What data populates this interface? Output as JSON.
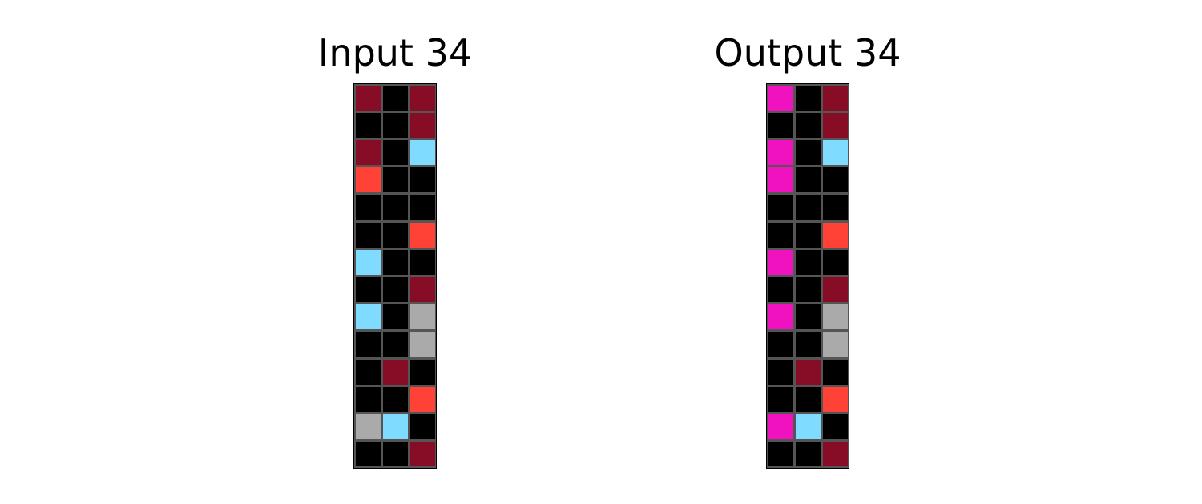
{
  "palette": {
    "0": "#000000",
    "2": "#FF4136",
    "5": "#AAAAAA",
    "6": "#F012BE",
    "8": "#7FDBFF",
    "9": "#870C25"
  },
  "panels": [
    {
      "title": "Input 34",
      "grid": [
        [
          9,
          0,
          9
        ],
        [
          0,
          0,
          9
        ],
        [
          9,
          0,
          8
        ],
        [
          2,
          0,
          0
        ],
        [
          0,
          0,
          0
        ],
        [
          0,
          0,
          2
        ],
        [
          8,
          0,
          0
        ],
        [
          0,
          0,
          9
        ],
        [
          8,
          0,
          5
        ],
        [
          0,
          0,
          5
        ],
        [
          0,
          9,
          0
        ],
        [
          0,
          0,
          2
        ],
        [
          5,
          8,
          0
        ],
        [
          0,
          0,
          9
        ]
      ]
    },
    {
      "title": "Output 34",
      "grid": [
        [
          6,
          0,
          9
        ],
        [
          0,
          0,
          9
        ],
        [
          6,
          0,
          8
        ],
        [
          6,
          0,
          0
        ],
        [
          0,
          0,
          0
        ],
        [
          0,
          0,
          2
        ],
        [
          6,
          0,
          0
        ],
        [
          0,
          0,
          9
        ],
        [
          6,
          0,
          5
        ],
        [
          0,
          0,
          5
        ],
        [
          0,
          9,
          0
        ],
        [
          0,
          0,
          2
        ],
        [
          6,
          8,
          0
        ],
        [
          0,
          0,
          9
        ]
      ]
    }
  ]
}
